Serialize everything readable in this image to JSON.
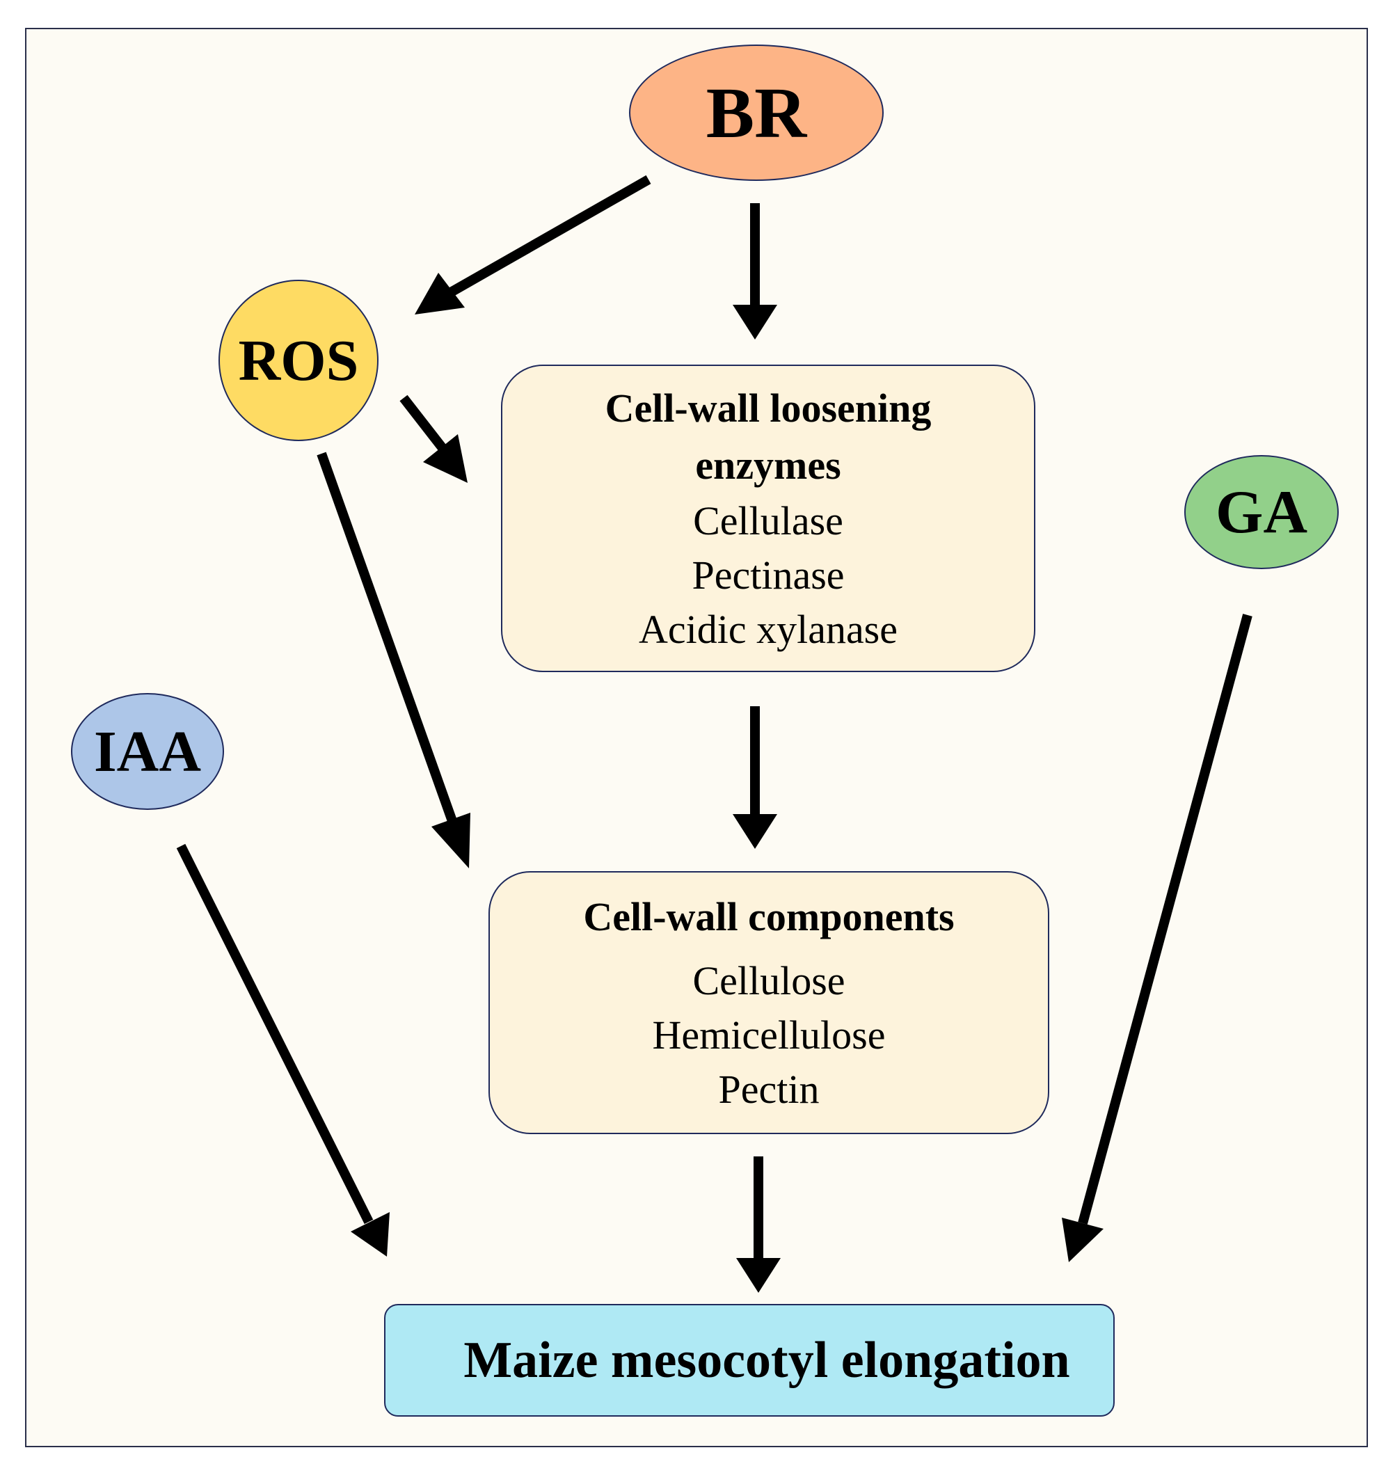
{
  "nodes": {
    "br": {
      "label": "BR",
      "color": "#fdb486"
    },
    "ros": {
      "label": "ROS",
      "color": "#fedb63"
    },
    "ga": {
      "label": "GA",
      "color": "#92d08a"
    },
    "iaa": {
      "label": "IAA",
      "color": "#adc6e8"
    }
  },
  "boxes": {
    "enzymes": {
      "title_line1": "Cell-wall loosening",
      "title_line2": "enzymes",
      "items": [
        "Cellulase",
        "Pectinase",
        "Acidic xylanase"
      ]
    },
    "components": {
      "title": "Cell-wall components",
      "items": [
        "Cellulose",
        "Hemicellulose",
        "Pectin"
      ]
    },
    "outcome": {
      "label": "Maize mesocotyl elongation",
      "color": "#afe9f4"
    }
  },
  "edges": [
    {
      "from": "BR",
      "to": "ROS"
    },
    {
      "from": "BR",
      "to": "Cell-wall loosening enzymes"
    },
    {
      "from": "ROS",
      "to": "Cell-wall loosening enzymes"
    },
    {
      "from": "ROS",
      "to": "Cell-wall components"
    },
    {
      "from": "Cell-wall loosening enzymes",
      "to": "Cell-wall components"
    },
    {
      "from": "IAA",
      "to": "Maize mesocotyl elongation"
    },
    {
      "from": "GA",
      "to": "Maize mesocotyl elongation"
    },
    {
      "from": "Cell-wall components",
      "to": "Maize mesocotyl elongation"
    }
  ]
}
